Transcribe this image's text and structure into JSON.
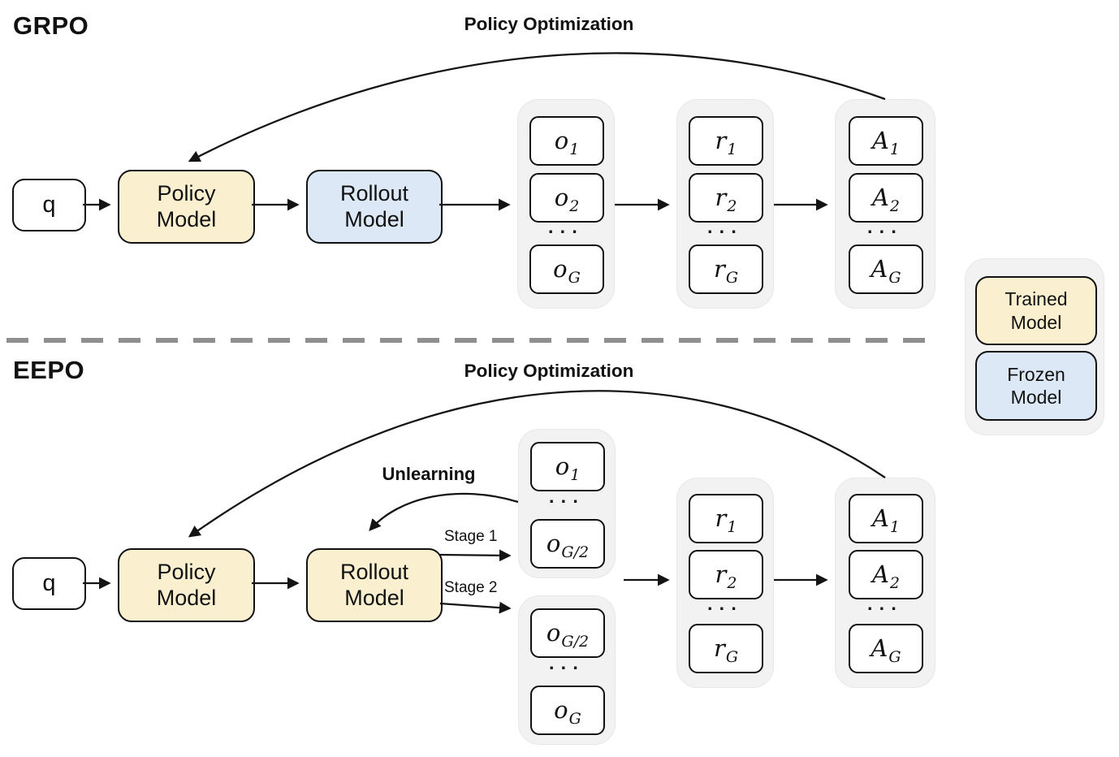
{
  "colors": {
    "trained": "#faf0d0",
    "frozen": "#dce8f5",
    "panel": "#f2f2f2",
    "panel_border": "#e7e7e7",
    "divider": "#8f8f8f",
    "arrow": "#141414"
  },
  "grpo": {
    "title": "GRPO",
    "policy_opt_label": "Policy Optimization",
    "q_label": "q",
    "policy_model_label": "Policy\nModel",
    "rollout_model_label": "Rollout\nModel",
    "dots": "···",
    "outputs": [
      {
        "base": "o",
        "sub": "1"
      },
      {
        "base": "o",
        "sub": "2"
      },
      {
        "base": "o",
        "sub": "G"
      }
    ],
    "rewards": [
      {
        "base": "r",
        "sub": "1"
      },
      {
        "base": "r",
        "sub": "2"
      },
      {
        "base": "r",
        "sub": "G"
      }
    ],
    "advantages": [
      {
        "base": "A",
        "sub": "1"
      },
      {
        "base": "A",
        "sub": "2"
      },
      {
        "base": "A",
        "sub": "G"
      }
    ]
  },
  "eepo": {
    "title": "EEPO",
    "policy_opt_label": "Policy Optimization",
    "unlearning_label": "Unlearning",
    "stage1_label": "Stage 1",
    "stage2_label": "Stage 2",
    "q_label": "q",
    "policy_model_label": "Policy\nModel",
    "rollout_model_label": "Rollout\nModel",
    "dots": "···",
    "outputs_stage1": [
      {
        "base": "o",
        "sub": "1"
      },
      {
        "base": "o",
        "sub": "G/2"
      }
    ],
    "outputs_stage2": [
      {
        "base": "o",
        "sub": "G/2"
      },
      {
        "base": "o",
        "sub": "G"
      }
    ],
    "rewards": [
      {
        "base": "r",
        "sub": "1"
      },
      {
        "base": "r",
        "sub": "2"
      },
      {
        "base": "r",
        "sub": "G"
      }
    ],
    "advantages": [
      {
        "base": "A",
        "sub": "1"
      },
      {
        "base": "A",
        "sub": "2"
      },
      {
        "base": "A",
        "sub": "G"
      }
    ]
  },
  "legend": {
    "trained_label": "Trained\nModel",
    "frozen_label": "Frozen\nModel"
  }
}
